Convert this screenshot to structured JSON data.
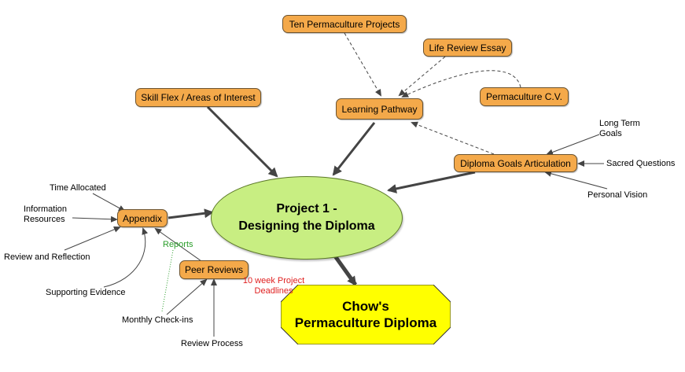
{
  "nodes": {
    "hub": {
      "line1": "Project 1 -",
      "line2": "Designing the Diploma"
    },
    "goal": {
      "line1": "Chow's",
      "line2": "Permaculture Diploma",
      "fill": "#ffff00"
    },
    "ten_projects": "Ten Permaculture Projects",
    "life_review": "Life Review Essay",
    "perm_cv": "Permaculture C.V.",
    "learning_pathway": "Learning Pathway",
    "skill_flex": "Skill Flex / Areas of Interest",
    "diploma_goals": "Diploma Goals Articulation",
    "appendix": "Appendix",
    "peer_reviews": "Peer Reviews"
  },
  "labels": {
    "long_term_1": "Long Term",
    "long_term_2": "Goals",
    "sacred_questions": "Sacred Questions",
    "personal_vision": "Personal Vision",
    "time_allocated": "Time Allocated",
    "info_1": "Information",
    "info_2": "Resources",
    "review_reflection": "Review and Reflection",
    "supporting_evidence": "Supporting Evidence",
    "reports": "Reports",
    "monthly_checkins": "Monthly Check-ins",
    "review_process": "Review Process",
    "deadlines_1": "10 week Project",
    "deadlines_2": "Deadlines"
  },
  "colors": {
    "node_fill": "#f4a94a",
    "hub_fill": "#c8ee82",
    "goal_fill": "#ffff00",
    "reports_color": "#2a9d2a",
    "deadlines_color": "#e02020"
  }
}
